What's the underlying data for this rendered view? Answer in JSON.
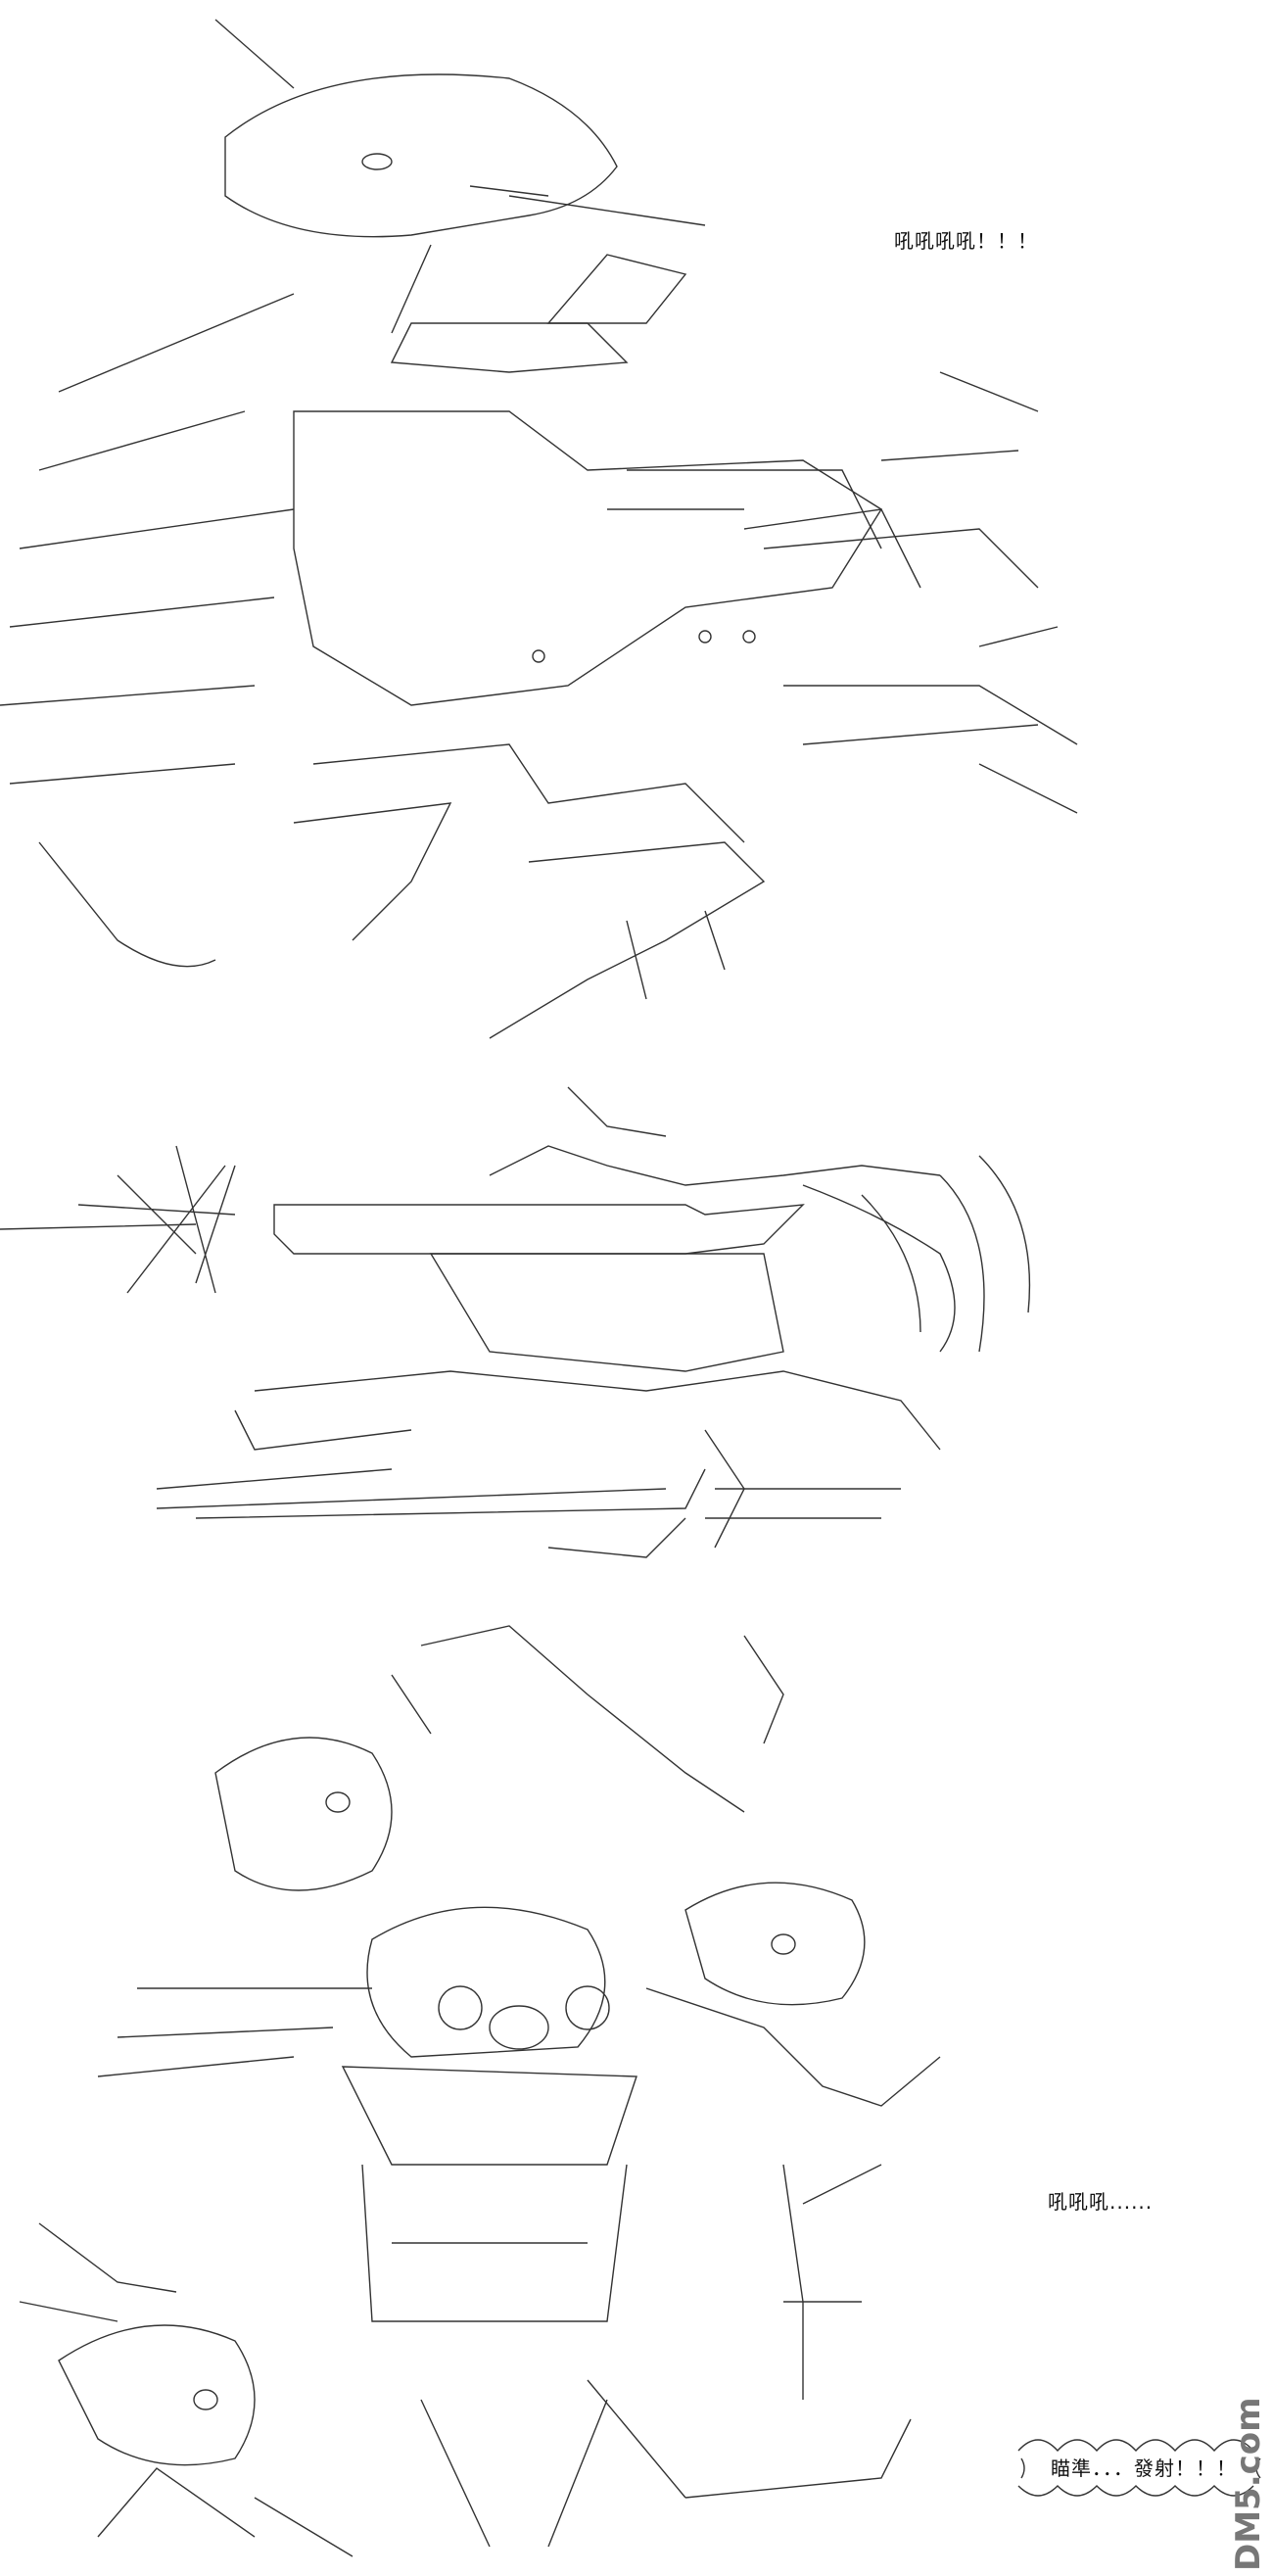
{
  "panels": [
    {
      "caption": "吼吼吼吼！！！"
    },
    {
      "caption": "瞄準．．．發射！！！"
    },
    {
      "caption": "吼吼吼......"
    }
  ],
  "watermark": "DM5.com"
}
